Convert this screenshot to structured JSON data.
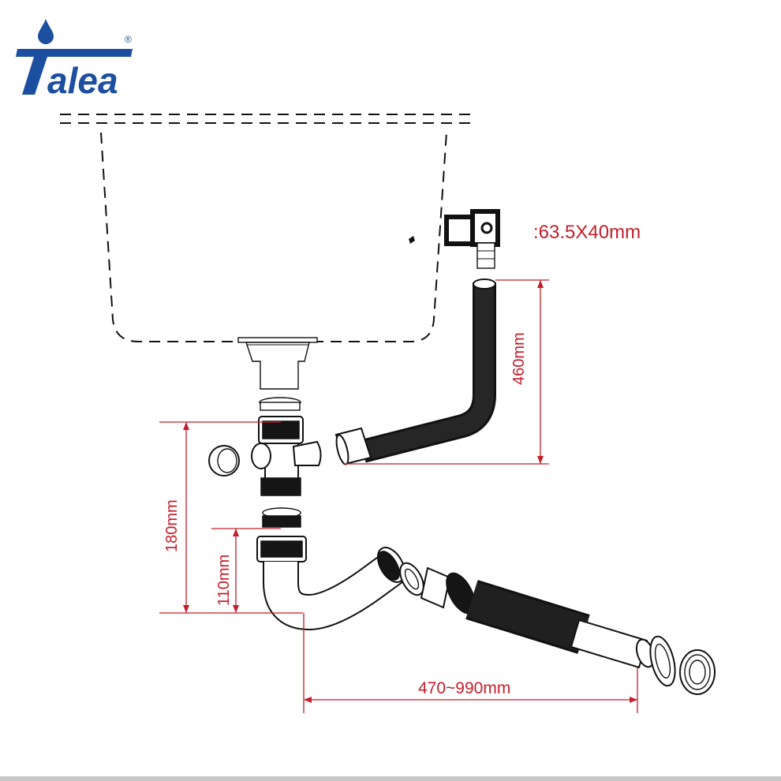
{
  "logo": {
    "brand": "Talea",
    "trademark": "®",
    "brand_color": "#1d4fa0"
  },
  "dimensions": {
    "overflow_size": ":63.5X40mm",
    "hose_height": "460mm",
    "total_height": "180mm",
    "trap_height": "110mm",
    "extension_length": "470~990mm"
  },
  "colors": {
    "dimension_lines": "#c41e2a",
    "parts": "#111111"
  }
}
